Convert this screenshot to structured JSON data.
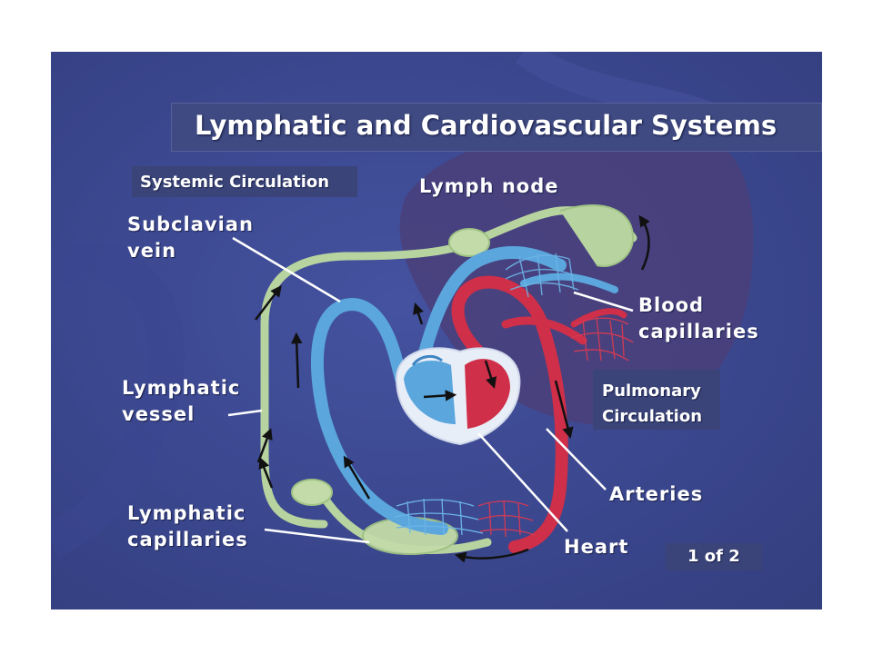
{
  "diagram": {
    "title": "Lymphatic and Cardiovascular Systems",
    "systemic_label": "Systemic Circulation",
    "pulmonary_label": [
      "Pulmonary",
      "Circulation"
    ],
    "page_indicator": "1 of 2",
    "labels": {
      "lymph_node": "Lymph node",
      "subclavian_vein": [
        "Subclavian",
        "vein"
      ],
      "blood_capillaries": [
        "Blood",
        "capillaries"
      ],
      "lymphatic_vessel": [
        "Lymphatic",
        "vessel"
      ],
      "lymphatic_capillaries": [
        "Lymphatic",
        "capillaries"
      ],
      "arteries": "Arteries",
      "heart": "Heart"
    },
    "colors": {
      "background": "#3d4a8c",
      "vein_blue": "#5aa6dd",
      "artery_red": "#cf2f48",
      "lymph_green": "#b7d39f",
      "pulmonary_region": "#4a3f7a"
    }
  }
}
